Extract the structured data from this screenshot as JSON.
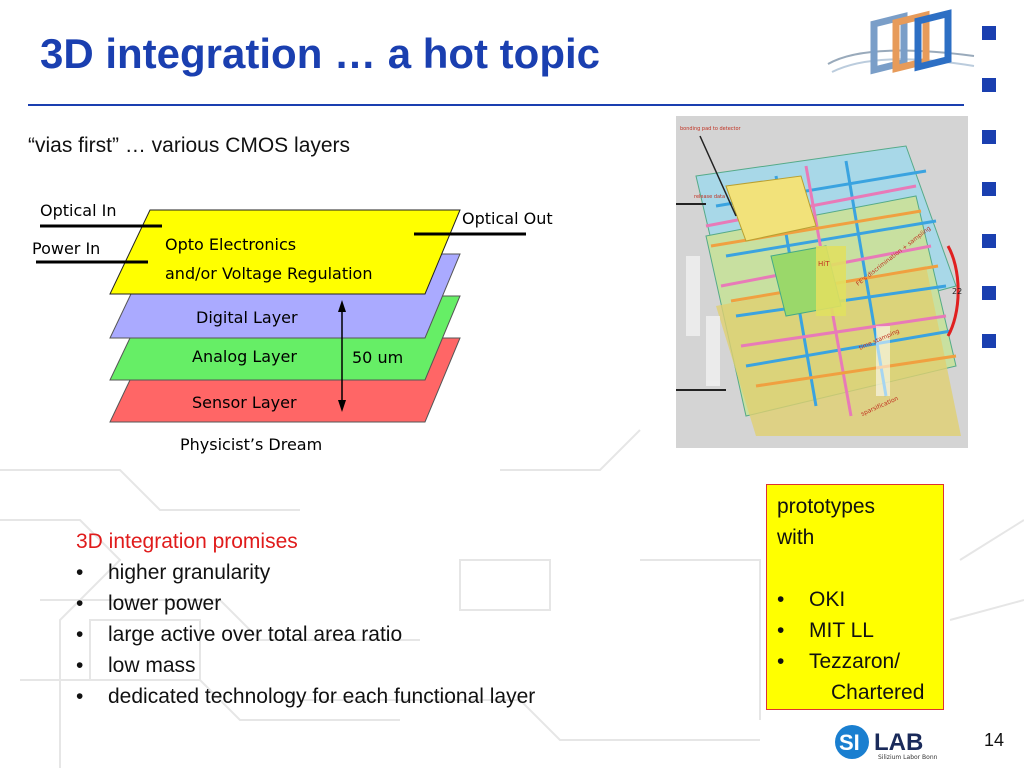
{
  "slide": {
    "title": "3D integration … a hot topic",
    "subtitle": "“vias first” … various CMOS layers",
    "page_number": "14"
  },
  "stack_diagram": {
    "optical_in": "Optical In",
    "power_in": "Power In",
    "optical_out": "Optical Out",
    "layer_opto_line1": "Opto Electronics",
    "layer_opto_line2": "and/or Voltage Regulation",
    "layer_digital": "Digital Layer",
    "layer_analog": "Analog Layer",
    "layer_sensor": "Sensor Layer",
    "thickness": "50 um",
    "caption": "Physicist’s Dream",
    "colors": {
      "opto": "#ffff00",
      "digital": "#aaaaff",
      "analog": "#66ee66",
      "sensor": "#ff6666"
    }
  },
  "chip_image": {
    "labels": {
      "bonding": "bonding pad to detector",
      "release": "release data",
      "hit": "HiT",
      "fe": "FE's discrimination + sampling",
      "time": "time stamping",
      "sparsification": "sparsification",
      "num": "22"
    }
  },
  "promises": {
    "heading": "3D integration promises",
    "bullet_char": "•",
    "items": [
      "higher granularity",
      "lower power",
      "large active over total area ratio",
      "low mass",
      "dedicated technology for each functional layer"
    ]
  },
  "prototypes": {
    "line1": "prototypes",
    "line2": "with",
    "bullet_char": "•",
    "items": [
      "OKI",
      "MIT LL",
      "Tezzaron/"
    ],
    "continuation": "Chartered"
  },
  "logo": {
    "si": "SI",
    "lab": "LAB",
    "sub": "Silizium Labor Bonn"
  },
  "colors": {
    "accent": "#1a3fb0",
    "promise_heading": "#e01b1b",
    "proto_bg": "#ffff00"
  }
}
